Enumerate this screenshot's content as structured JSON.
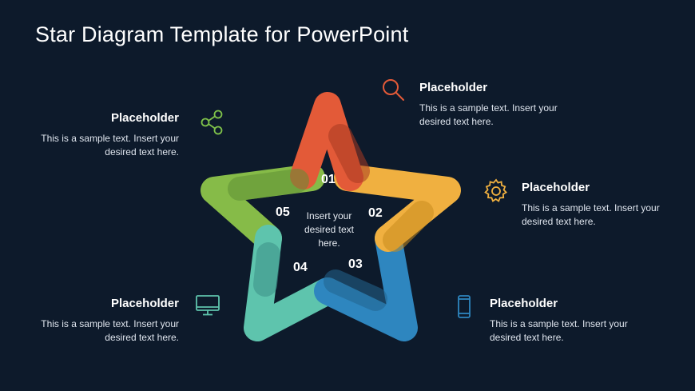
{
  "slide": {
    "title": "Star Diagram Template for PowerPoint",
    "center_text": "Insert your desired text here."
  },
  "numbers": [
    "01",
    "02",
    "03",
    "04",
    "05"
  ],
  "blocks": {
    "top_left": {
      "heading": "Placeholder",
      "body": "This is a sample text. Insert your desired text here.",
      "icon": "share-icon"
    },
    "top_right": {
      "heading": "Placeholder",
      "body": "This is a sample text. Insert your desired text here.",
      "icon": "search-icon"
    },
    "mid_right": {
      "heading": "Placeholder",
      "body": "This is a sample text. Insert your desired text here.",
      "icon": "gear-icon"
    },
    "bottom_left": {
      "heading": "Placeholder",
      "body": "This is a sample text. Insert your desired text here.",
      "icon": "monitor-icon"
    },
    "bottom_right": {
      "heading": "Placeholder",
      "body": "This is a sample text. Insert your desired text here.",
      "icon": "mobile-phone-icon"
    }
  },
  "colors": {
    "background": "#0d1a2b",
    "segment_01": "#e35a38",
    "segment_02": "#f0b040",
    "segment_03": "#2e86bf",
    "segment_04": "#5ec4ad",
    "segment_05": "#86bb48",
    "icon_share": "#7fc24a",
    "icon_search": "#e35a38",
    "icon_gear": "#f0b040",
    "icon_monitor": "#5ec4ad",
    "icon_phone": "#2e86bf"
  }
}
